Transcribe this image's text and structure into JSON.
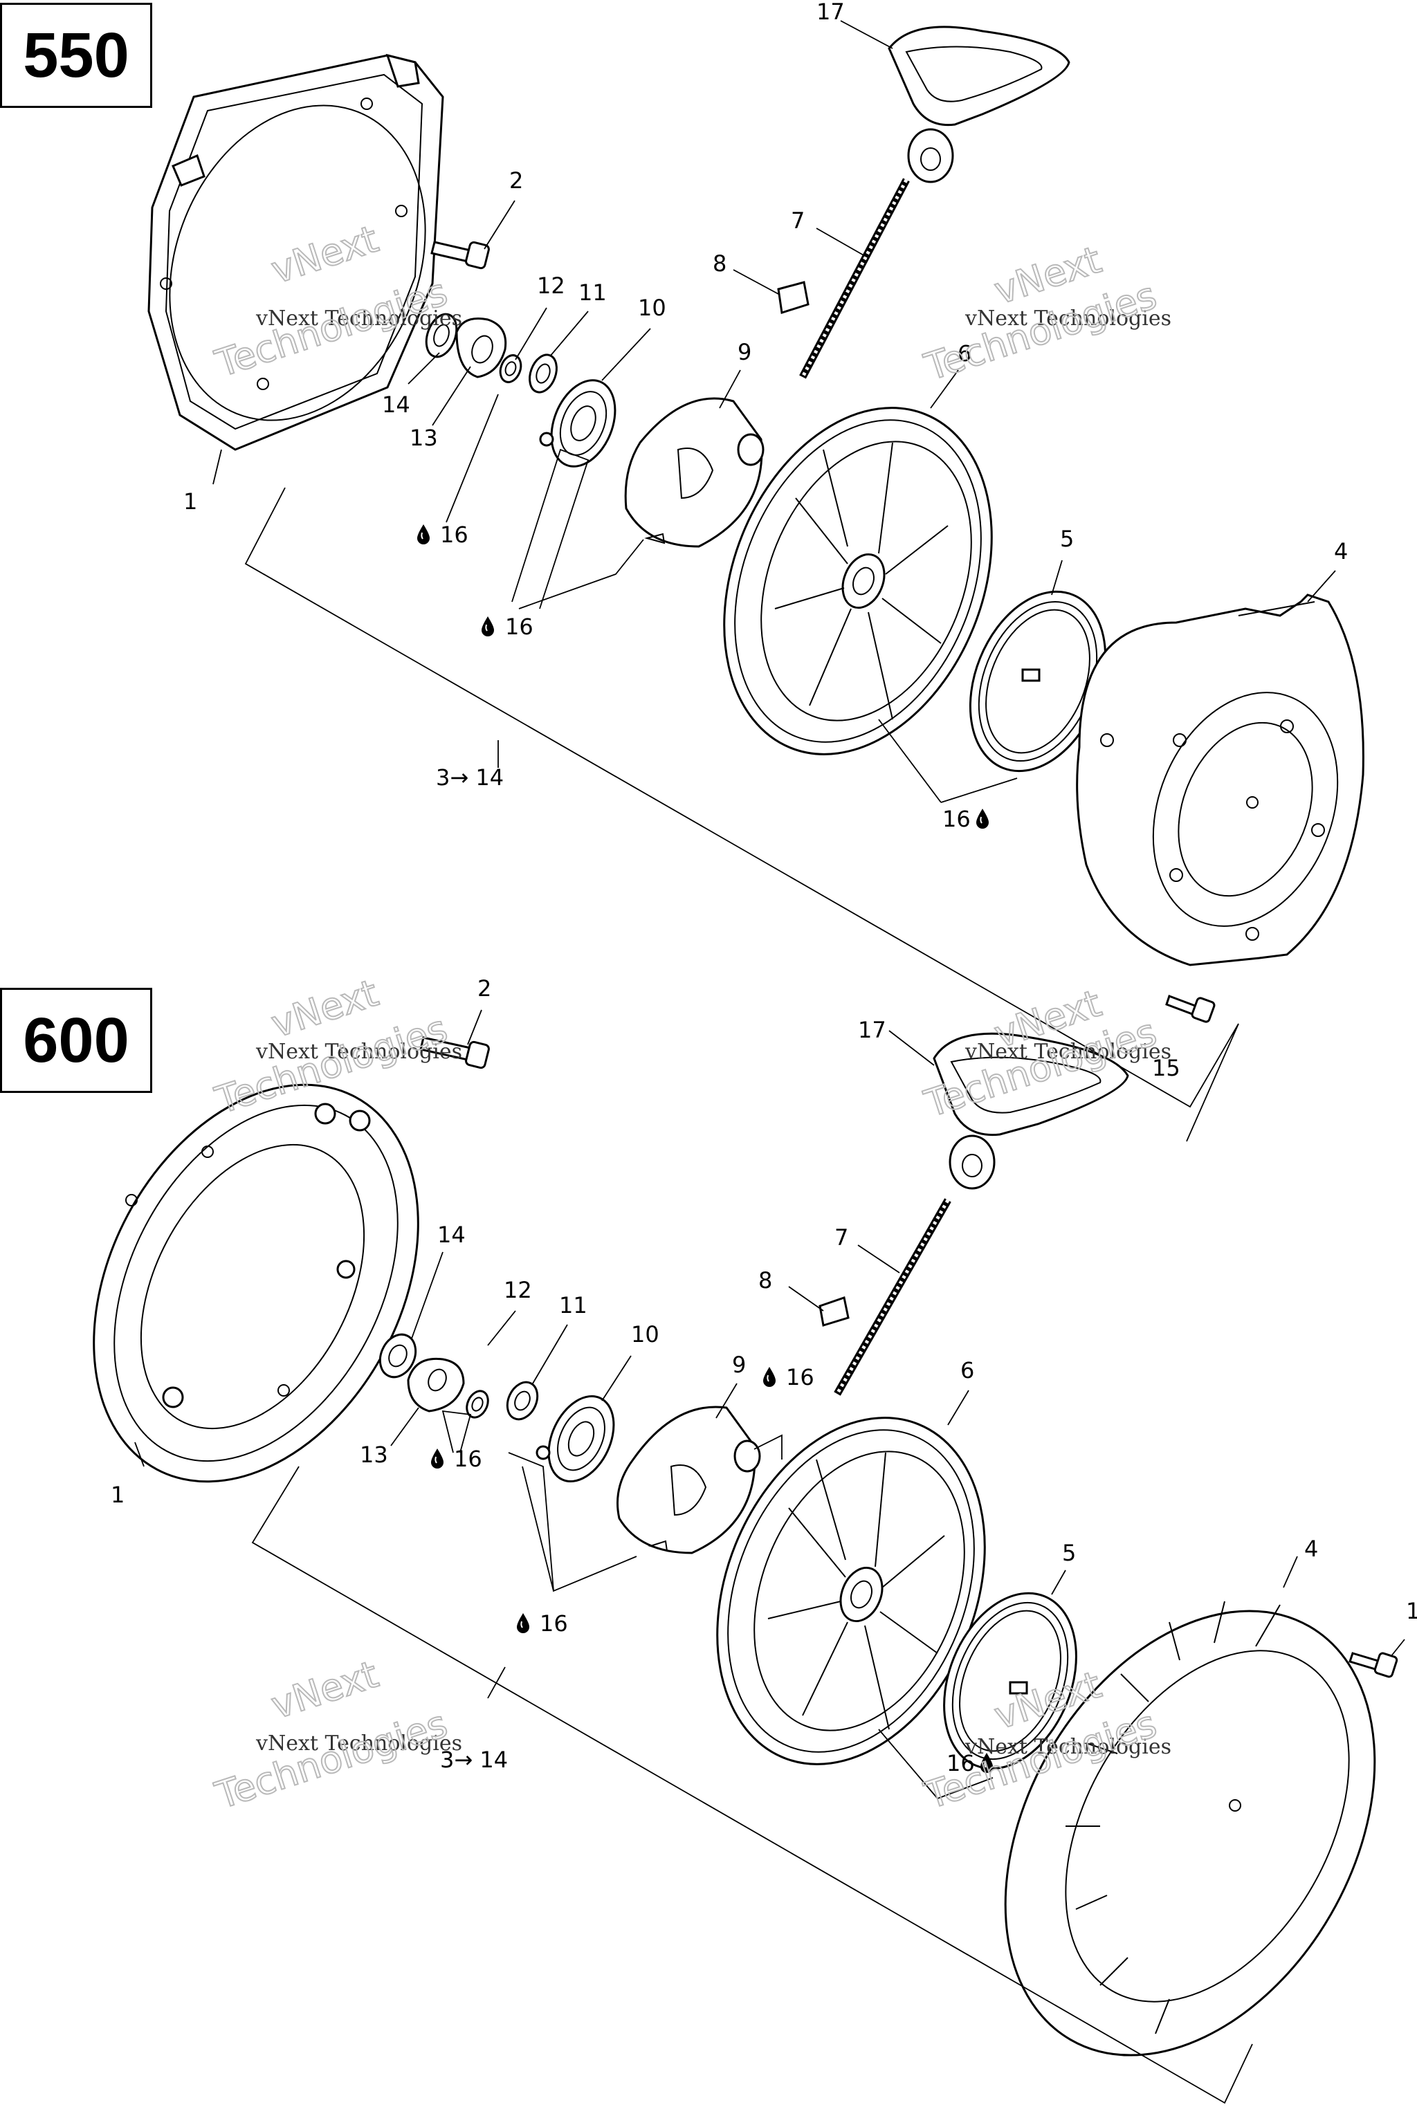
{
  "models": [
    "550",
    "600"
  ],
  "watermark": {
    "line1": "vNext Technologies",
    "line2": "Technologies",
    "line3": "vNext"
  },
  "callouts": {
    "c1": "1",
    "c2": "2",
    "c4": "4",
    "c5": "5",
    "c6": "6",
    "c7": "7",
    "c8": "8",
    "c9": "9",
    "c10": "10",
    "c11": "11",
    "c12": "12",
    "c13": "13",
    "c14": "14",
    "c15": "15",
    "c16": "16",
    "c17": "17",
    "range": "3→ 14",
    "edge": "1"
  },
  "icons": {
    "lube": "oil-drop-icon"
  }
}
